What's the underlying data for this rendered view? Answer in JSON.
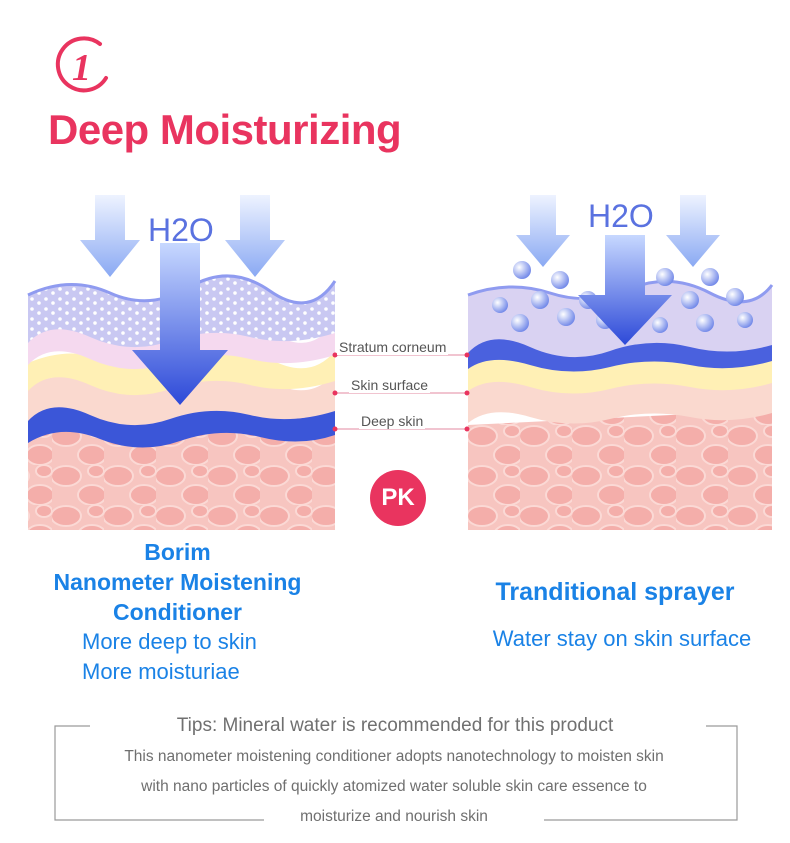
{
  "step": {
    "number": "1"
  },
  "title": "Deep Moisturizing",
  "diagram": {
    "left_water_label": "H2O",
    "right_water_label": "H2O",
    "layer_labels": [
      "Stratum corneum",
      "Skin surface",
      "Deep skin"
    ]
  },
  "pk_badge": "PK",
  "left_product": {
    "title_lines": [
      "Borim",
      "Nanometer Moistening",
      "Conditioner"
    ],
    "desc_lines": [
      "More deep to skin",
      "More moisturiae"
    ]
  },
  "right_product": {
    "title": "Tranditional  sprayer",
    "desc": "Water stay on skin surface"
  },
  "tips": {
    "heading": "Tips: Mineral water is recommended for this product",
    "body_lines": [
      "This nanometer moistening conditioner adopts nanotechnology to moisten skin",
      "with  nano particles of quickly atomized water soluble skin care essence to",
      "moisturize and nourish skin"
    ]
  },
  "colors": {
    "accent": "#e9345f",
    "text_blue": "#1a82e6",
    "arrow_blue": "#3f63e0",
    "skin_pink": "#f3b6b3",
    "layer_yellow": "#fff3b8"
  }
}
